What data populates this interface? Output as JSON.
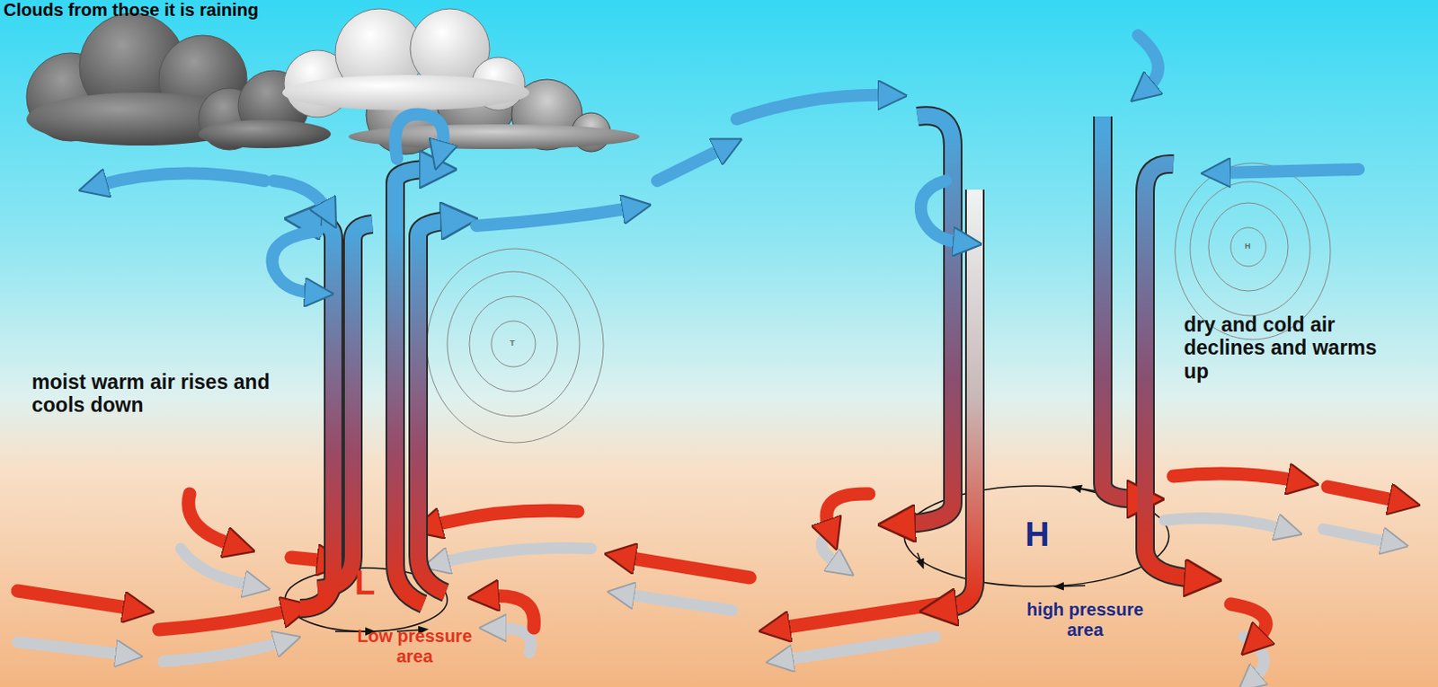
{
  "diagram": {
    "labels": [
      "Clouds from those it is raining",
      "moist warm air rises and cools down",
      "dry and cold air declines and warms up",
      "L",
      "Low pressure area",
      "H",
      "high pressure area",
      "T",
      "H"
    ]
  }
}
